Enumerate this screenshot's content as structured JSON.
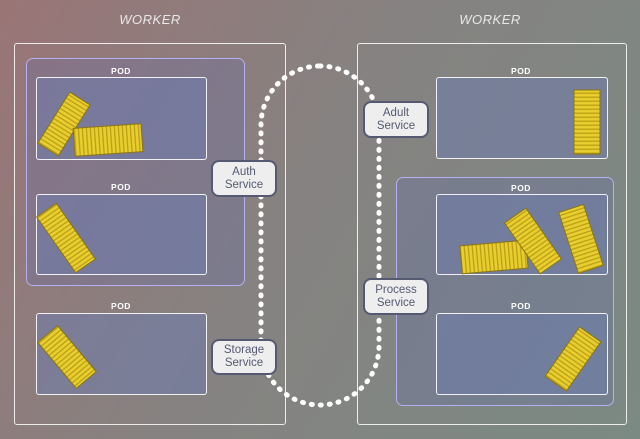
{
  "workers": [
    {
      "label": "WORKER"
    },
    {
      "label": "WORKER"
    }
  ],
  "pods": [
    {
      "label": "POD"
    },
    {
      "label": "POD"
    },
    {
      "label": "POD"
    },
    {
      "label": "POD"
    },
    {
      "label": "POD"
    },
    {
      "label": "POD"
    }
  ],
  "services": [
    {
      "label": "Auth\nService"
    },
    {
      "label": "Storage\nService"
    },
    {
      "label": "Adult\nService"
    },
    {
      "label": "Process\nService"
    }
  ],
  "colors": {
    "container": "#e8cf2f",
    "network_loop": "#ffffff",
    "group_border": "#b6b0f0"
  },
  "icons": [
    "shipping-container-icon"
  ]
}
